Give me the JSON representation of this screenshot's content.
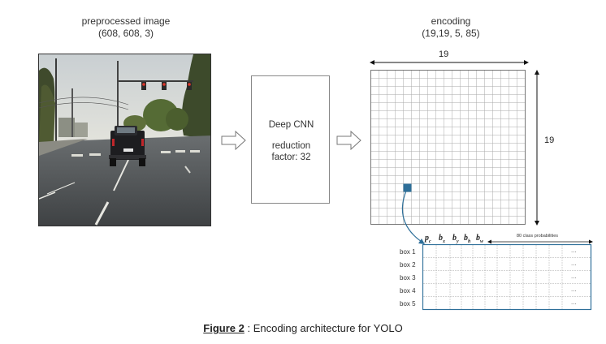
{
  "input": {
    "title": "preprocessed image",
    "shape": "(608, 608, 3)"
  },
  "model": {
    "name": "Deep CNN",
    "reduction_line1": "reduction",
    "reduction_line2": "factor: 32"
  },
  "output": {
    "title": "encoding",
    "shape": "(19,19, 5, 85)",
    "width_label": "19",
    "height_label": "19"
  },
  "grid": {
    "rows": 19,
    "cols": 19,
    "highlight_cell_color": "#2e6f99"
  },
  "vector": {
    "headers": [
      {
        "symbol": "p",
        "sub": "c"
      },
      {
        "symbol": "b",
        "sub": "x"
      },
      {
        "symbol": "b",
        "sub": "y"
      },
      {
        "symbol": "b",
        "sub": "h"
      },
      {
        "symbol": "b",
        "sub": "w"
      }
    ],
    "class_probs_label": "80 class probabilities",
    "boxes": [
      "box 1",
      "box 2",
      "box 3",
      "box 4",
      "box 5"
    ],
    "ellipsis": "..."
  },
  "caption": {
    "figure_label": "Figure 2",
    "separator": " : ",
    "text": "Encoding architecture for YOLO"
  },
  "colors": {
    "table_border": "#2e6f99",
    "arrow": "#2e6f99"
  }
}
